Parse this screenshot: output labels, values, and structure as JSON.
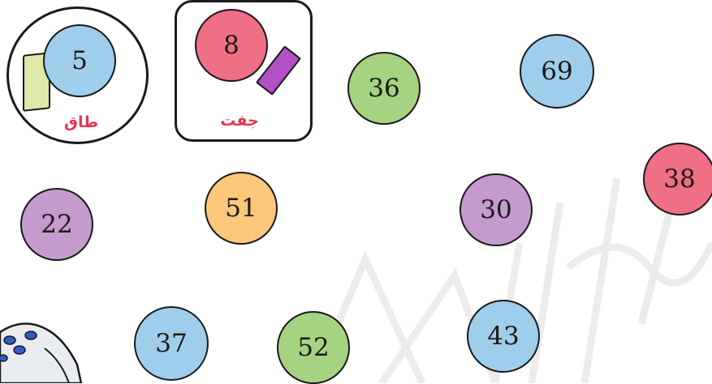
{
  "odd_label": "طاق",
  "even_label": "جفت",
  "balls": [
    {
      "id": "5",
      "number": "5",
      "color": "#9fcdec"
    },
    {
      "id": "8",
      "number": "8",
      "color": "#ef6f85"
    },
    {
      "id": "36",
      "number": "36",
      "color": "#a6d381"
    },
    {
      "id": "69",
      "number": "69",
      "color": "#9fcdec"
    },
    {
      "id": "38",
      "number": "38",
      "color": "#ef6f85"
    },
    {
      "id": "22",
      "number": "22",
      "color": "#c49bcc"
    },
    {
      "id": "51",
      "number": "51",
      "color": "#fbc77a"
    },
    {
      "id": "30",
      "number": "30",
      "color": "#c49bcc"
    },
    {
      "id": "37",
      "number": "37",
      "color": "#9fcdec"
    },
    {
      "id": "52",
      "number": "52",
      "color": "#a6d381"
    },
    {
      "id": "43",
      "number": "43",
      "color": "#9fcdec"
    }
  ],
  "colors": {
    "blue": "#9fcdec",
    "pink": "#ef6f85",
    "green": "#a6d381",
    "purple": "#c49bcc",
    "orange": "#fbc77a",
    "urdu_red": "#e03a4e",
    "watermark": "#ececec"
  }
}
